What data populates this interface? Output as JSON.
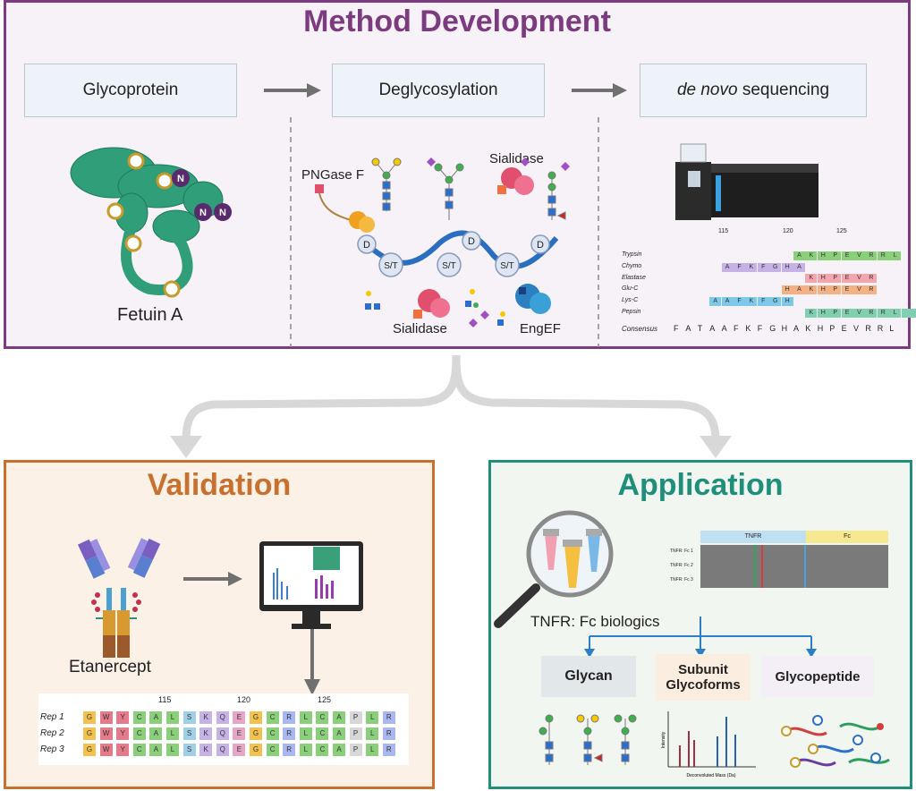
{
  "method": {
    "title": "Method Development",
    "steps": [
      "Glycoprotein",
      "Deglycosylation",
      "sequencing"
    ],
    "step3_italic": "de novo",
    "protein_label": "Fetuin A",
    "enzymes": {
      "pngase": "PNGase F",
      "sialidase_top": "Sialidase",
      "sialidase_bottom": "Sialidase",
      "engef": "EngEF"
    },
    "backbone": {
      "d": "D",
      "st": "S/T"
    },
    "enzyme_rows": [
      "Trypsin",
      "Chymo",
      "Elastase",
      "Glu-C",
      "Lys-C",
      "Pepsin",
      "Consensus"
    ],
    "ticks": [
      "115",
      "120",
      "125"
    ],
    "consensus_seq": [
      "F",
      "A",
      "T",
      "A",
      "A",
      "F",
      "K",
      "F",
      "G",
      "H",
      "A",
      "K",
      "H",
      "P",
      "E",
      "V",
      "R",
      "R",
      "L"
    ]
  },
  "validation": {
    "title": "Validation",
    "mab_label": "Etanercept",
    "ticks": [
      "115",
      "120",
      "125"
    ],
    "reps": [
      "Rep 1",
      "Rep 2",
      "Rep 3"
    ],
    "sequence": [
      "G",
      "W",
      "Y",
      "C",
      "A",
      "L",
      "S",
      "K",
      "Q",
      "E",
      "G",
      "C",
      "R",
      "L",
      "C",
      "A",
      "P",
      "L",
      "R"
    ]
  },
  "application": {
    "title": "Application",
    "biologic": "TNFR: Fc biologics",
    "domains": [
      "TNFR",
      "Fc"
    ],
    "lanes": [
      "TNFR: Fc 1",
      "TNFR: Fc 2",
      "TNFR: Fc 3"
    ],
    "outputs": {
      "glycan": "Glycan",
      "subunit": "Subunit Glycoforms",
      "glycopeptide": "Glycopeptide"
    },
    "spectrum": {
      "xlabel": "Deconvoluted Mass (Da)",
      "ylabel": "Intensity"
    }
  },
  "colors": {
    "method": "#7b3b7e",
    "validation": "#c8702e",
    "application": "#1f8f7c",
    "arrow": "#707070",
    "protein": "#2f9e79"
  }
}
